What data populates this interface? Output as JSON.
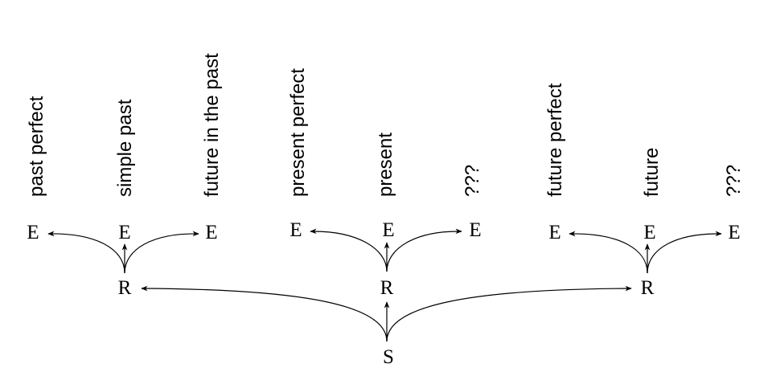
{
  "labels": [
    "past perfect",
    "simple past",
    "future in the past",
    "present perfect",
    "present",
    "???",
    "future perfect",
    "future",
    "???"
  ],
  "nodes": {
    "e": "E",
    "r": "R",
    "s": "S"
  }
}
